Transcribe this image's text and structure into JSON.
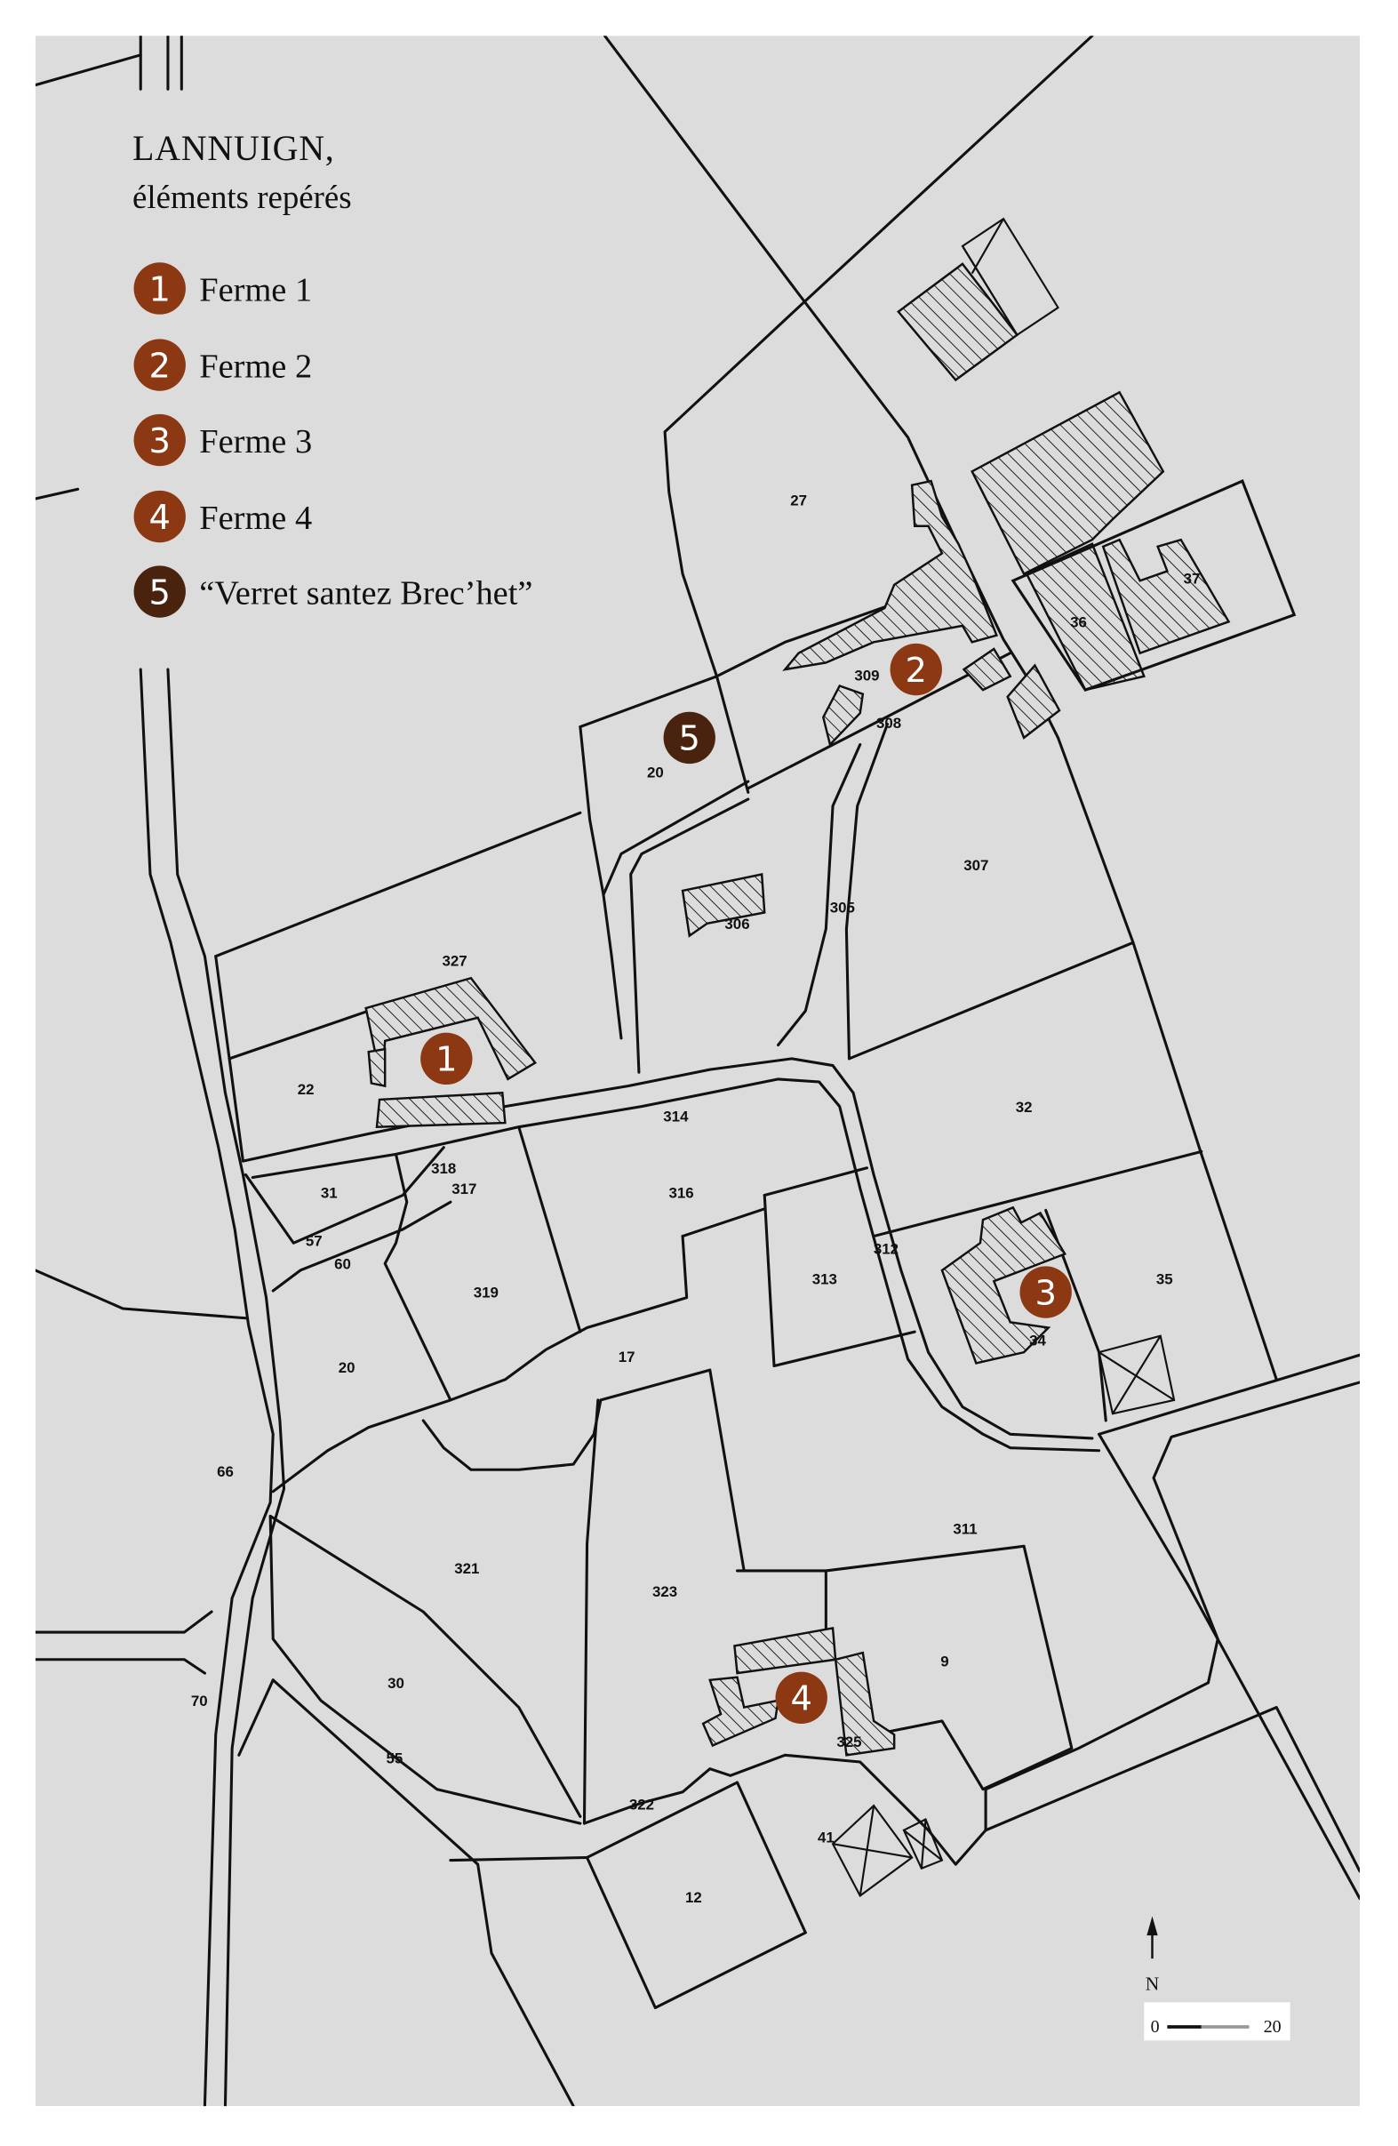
{
  "map": {
    "title": "LANNUIGN,",
    "subtitle": "éléments repérés",
    "legend": [
      {
        "number": "1",
        "label": "Ferme 1",
        "color": "#8b3813"
      },
      {
        "number": "2",
        "label": "Ferme 2",
        "color": "#8b3813"
      },
      {
        "number": "3",
        "label": "Ferme 3",
        "color": "#8b3813"
      },
      {
        "number": "4",
        "label": "Ferme 4",
        "color": "#8b3813"
      },
      {
        "number": "5",
        "label": "“Verret santez Brec’het”",
        "color": "#4a230e"
      }
    ],
    "north_label": "N",
    "scale": {
      "start": "0",
      "end": "20"
    },
    "parcels": [
      "27",
      "309",
      "308",
      "20",
      "306",
      "305",
      "307",
      "36",
      "37",
      "327",
      "22",
      "314",
      "318",
      "317",
      "31",
      "316",
      "57",
      "60",
      "312",
      "313",
      "319",
      "35",
      "34",
      "17",
      "20",
      "32",
      "66",
      "311",
      "321",
      "323",
      "9",
      "30",
      "70",
      "55",
      "325",
      "322",
      "41",
      "12"
    ]
  }
}
